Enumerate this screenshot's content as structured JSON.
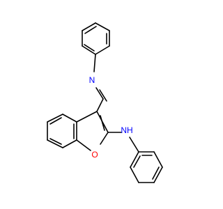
{
  "molecule": {
    "atom_labels": {
      "imine_n": "N",
      "amine_nh": "NH",
      "furan_o": "O"
    },
    "colors": {
      "bond": "#000000",
      "nitrogen": "#0000ff",
      "oxygen": "#ff0000",
      "background": "#ffffff"
    }
  }
}
